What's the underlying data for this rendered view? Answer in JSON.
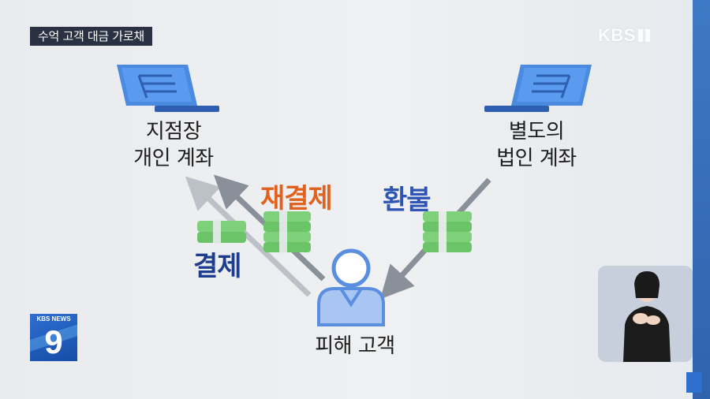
{
  "overlay": {
    "topic_caption": "수억 고객 대금 가로채",
    "broadcaster_logo": "KBS",
    "news_badge_brand": "KBS NEWS",
    "news_badge_number": "9"
  },
  "diagram": {
    "left_account": {
      "line1": "지점장",
      "line2": "개인 계좌"
    },
    "right_account": {
      "line1": "별도의",
      "line2": "법인 계좌"
    },
    "victim_label": "피해 고객",
    "flow_labels": {
      "repayment": "재결제",
      "refund": "환불",
      "payment": "결제"
    },
    "colors": {
      "laptop": "#4a8be0",
      "laptop_dark": "#2f5fb0",
      "arrow_dark": "#8a9099",
      "arrow_light": "#bcc1c8",
      "money": "#7fd07a",
      "money_dark": "#4fae4c",
      "person": "#5a8fe0",
      "repayment": "#e1621e",
      "refund": "#2f55b4",
      "payment": "#1f3d8f"
    }
  }
}
